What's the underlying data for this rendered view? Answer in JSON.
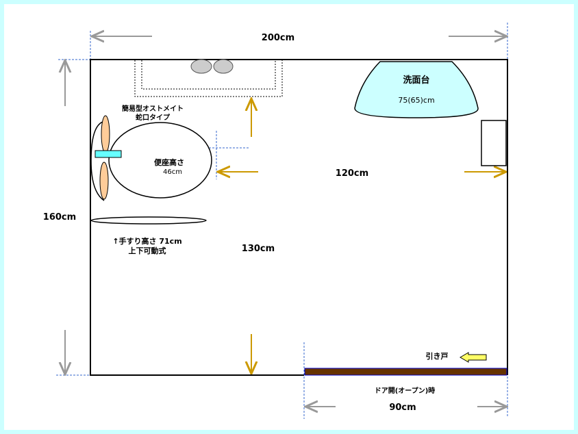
{
  "dimensions": {
    "width_top": "200cm",
    "height_left": "160cm",
    "middle_width": "120cm",
    "middle_height": "130cm",
    "door_width": "90cm"
  },
  "labels": {
    "sink": "洗面台",
    "sink_height": "75(65)cm",
    "ostomate_line1": "簡易型オストメイト",
    "ostomate_line2": "蛇口タイプ",
    "seat": "便座高さ",
    "seat_height": "46cm",
    "handrail_line1": "↑手すり高さ 71cm",
    "handrail_line2": "上下可動式",
    "sliding_door": "引き戸",
    "door_open": "ドア開(オープン)時"
  },
  "colors": {
    "border": "#ccffff",
    "sink_fill": "#ccffff",
    "door": "#663300",
    "arrow_gold": "#cc9900",
    "arrow_gray": "#999999",
    "guide_blue": "#3366cc",
    "paper_holder": "#66ffff",
    "handrail_flap": "#ffcc99",
    "door_arrow": "#ffff66"
  }
}
